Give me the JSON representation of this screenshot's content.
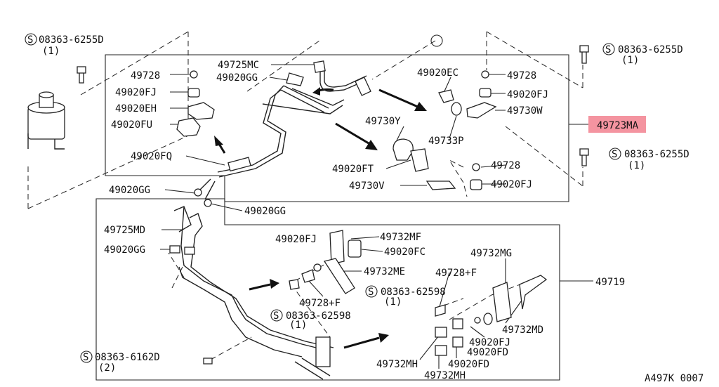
{
  "highlight_color": "#f07080",
  "labels": {
    "s_08363_6255D_tl": "08363-6255D",
    "s_08363_6255D_tl_qty": "(1)",
    "s_08363_6255D_tr": "08363-6255D",
    "s_08363_6255D_tr_qty": "(1)",
    "s_08363_6255D_r": "08363-6255D",
    "s_08363_6255D_r_qty": "(1)",
    "p49725MC": "49725MC",
    "p49020GG_top": "49020GG",
    "p49728_l": "49728",
    "p49020FJ_l": "49020FJ",
    "p49020EH": "49020EH",
    "p49020FU": "49020FU",
    "p49020FQ": "49020FQ",
    "p49020GG_mid": "49020GG",
    "p49020GG_low": "49020GG",
    "p49020EC": "49020EC",
    "p49728_r": "49728",
    "p49020FJ_r": "49020FJ",
    "p49730W": "49730W",
    "p49723MA": "49723MA",
    "p49730Y": "49730Y",
    "p49733P": "49733P",
    "p49020FT": "49020FT",
    "p49728_r2": "49728",
    "p49730V": "49730V",
    "p49020FJ_r2": "49020FJ",
    "p49725MD": "49725MD",
    "p49020GG_lower": "49020GG",
    "p49020FJ_c": "49020FJ",
    "p49732MF": "49732MF",
    "p49020FC": "49020FC",
    "p49732ME": "49732ME",
    "p49728F_c": "49728+F",
    "s_08363_62598_c": "08363-62598",
    "s_08363_62598_c_qty": "(1)",
    "p49732MG": "49732MG",
    "p49728F_r": "49728+F",
    "s_08363_62598_r": "08363-62598",
    "s_08363_62598_r_qty": "(1)",
    "p49719": "49719",
    "p49732MD": "49732MD",
    "p49020FJ_br": "49020FJ",
    "p49020FD_1": "49020FD",
    "p49732MH_1": "49732MH",
    "p49020FD_2": "49020FD",
    "p49732MH_2": "49732MH",
    "s_08363_6162D": "08363-6162D",
    "s_08363_6162D_qty": "(2)",
    "ref_code": "A497K 0007",
    "circle_symbol": "S"
  }
}
